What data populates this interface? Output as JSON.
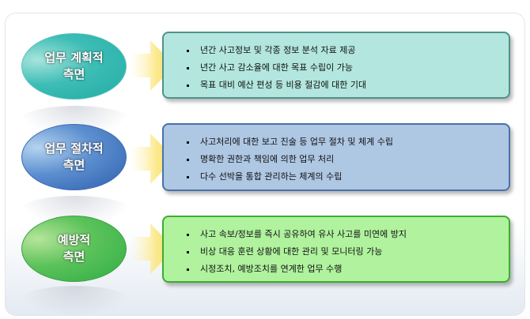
{
  "rows": [
    {
      "title_line1": "업무 계획적",
      "title_line2": "측면",
      "color": "#2ab3ad",
      "box_color": "#b2e6de",
      "items": [
        "년간 사고정보 및 각종 정보 분석 자료 제공",
        "년간 사고 감소율에 대한 목표 수립이 가능",
        "목표 대비 예산 편성 등 비용 절감에 대한 기대"
      ]
    },
    {
      "title_line1": "업무 절차적",
      "title_line2": "측면",
      "color": "#3565b3",
      "box_color": "#aec7e3",
      "items": [
        "사고처리에 대한 보고 진술 등 업무 절차 및 체계 수립",
        "명확한 권한과 책임에 의한 업무 처리",
        "다수 선박을 통합 관리하는 체계의 수립"
      ]
    },
    {
      "title_line1": "예방적",
      "title_line2": "측면",
      "color": "#33b04a",
      "box_color": "#b0f29e",
      "items": [
        "사고 속보/정보를 즉시 공유하여 유사 사고를 미연에 방지",
        "비상 대응 훈련 상황에 대한 관리 및 모니터링 가능",
        "시정조치, 예방조치를 연계한 업무 수행"
      ]
    }
  ]
}
